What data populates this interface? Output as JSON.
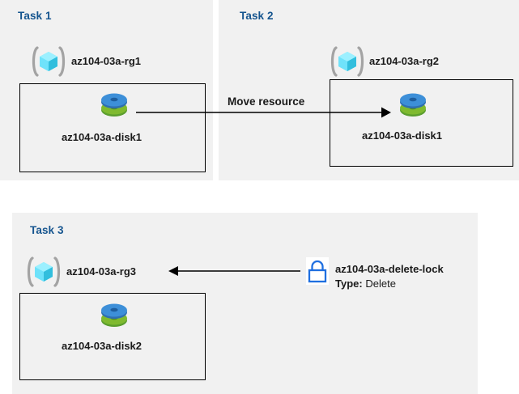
{
  "diagram": {
    "title": "Azure resource group tasks diagram",
    "background": "#ffffff",
    "panel_color": "#f1f1f1",
    "task_label_color": "#16558f",
    "text_color": "#1a1a1a",
    "lock_color": "#1f6fe0",
    "rg_cube_color": "#50e6ff",
    "disk_top_color": "#3d8fd8",
    "disk_bottom_color": "#7fba2f"
  },
  "tasks": [
    {
      "id": "task-1",
      "label": "Task 1",
      "resource_group": {
        "name": "az104-03a-rg1",
        "icon": "resource-group-icon"
      },
      "resource": {
        "name": "az104-03a-disk1",
        "icon": "managed-disk-icon"
      }
    },
    {
      "id": "task-2",
      "label": "Task 2",
      "resource_group": {
        "name": "az104-03a-rg2",
        "icon": "resource-group-icon"
      },
      "resource": {
        "name": "az104-03a-disk1",
        "icon": "managed-disk-icon"
      }
    },
    {
      "id": "task-3",
      "label": "Task 3",
      "resource_group": {
        "name": "az104-03a-rg3",
        "icon": "resource-group-icon"
      },
      "resource": {
        "name": "az104-03a-disk2",
        "icon": "managed-disk-icon"
      },
      "lock": {
        "name": "az104-03a-delete-lock",
        "type_label": "Type:",
        "type_value": "Delete",
        "icon": "lock-icon"
      }
    }
  ],
  "connectors": [
    {
      "id": "move-resource-connector",
      "label": "Move resource",
      "direction": "right",
      "from": "task-1 disk1",
      "to": "task-2 disk1"
    },
    {
      "id": "lock-connector",
      "label": "",
      "direction": "left",
      "from": "az104-03a-delete-lock",
      "to": "az104-03a-rg3"
    }
  ]
}
